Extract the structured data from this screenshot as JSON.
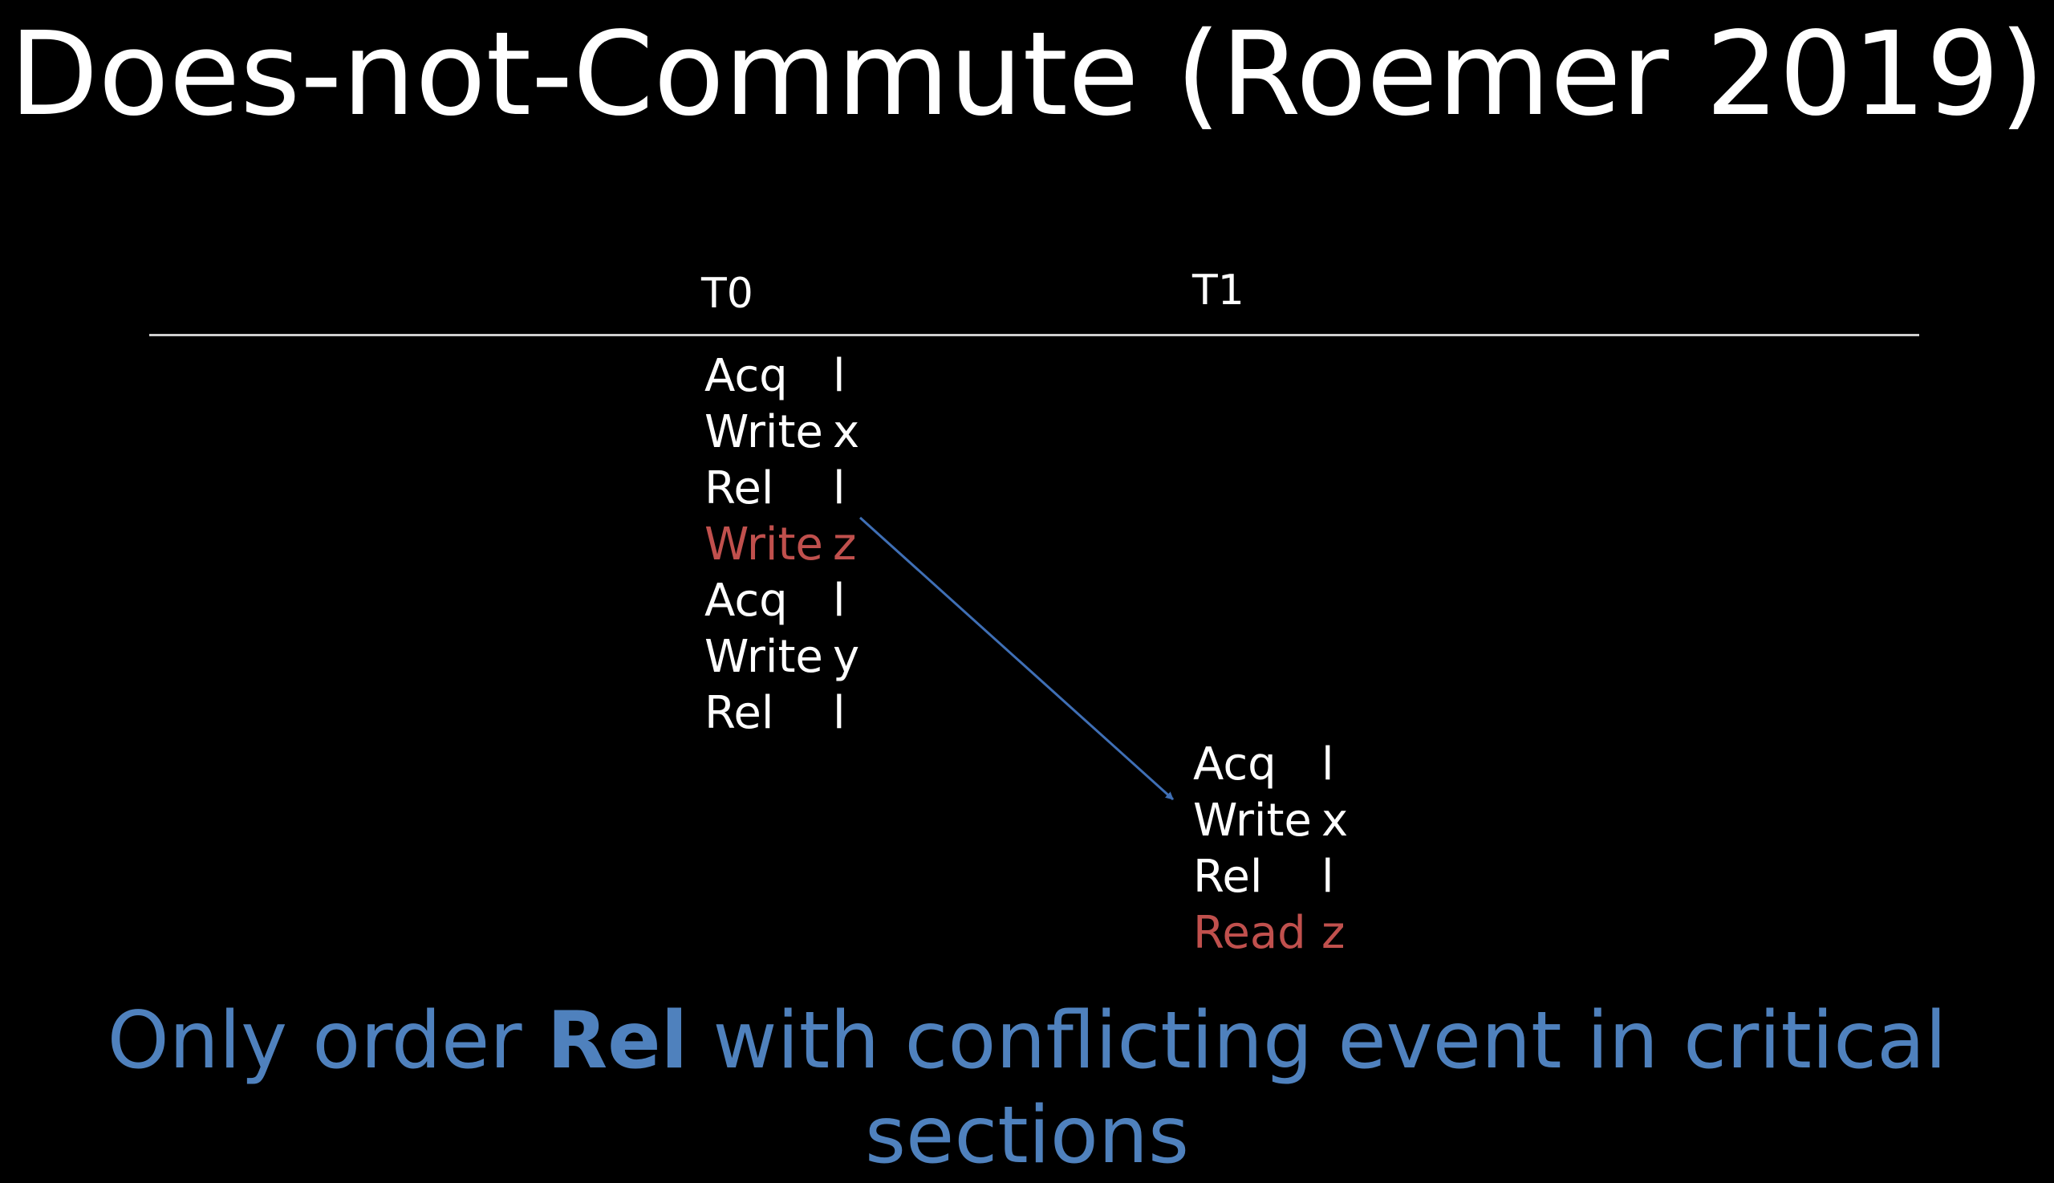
{
  "slide": {
    "title": "Does-not-Commute (Roemer 2019)",
    "threads": {
      "t0": {
        "label": "T0",
        "events": [
          {
            "op": "Acq",
            "var": "l",
            "highlight": false
          },
          {
            "op": "Write",
            "var": "x",
            "highlight": false
          },
          {
            "op": "Rel",
            "var": "l",
            "highlight": false
          },
          {
            "op": "Write",
            "var": "z",
            "highlight": true
          },
          {
            "op": "Acq",
            "var": "l",
            "highlight": false
          },
          {
            "op": "Write",
            "var": "y",
            "highlight": false
          },
          {
            "op": "Rel",
            "var": "l",
            "highlight": false
          }
        ]
      },
      "t1": {
        "label": "T1",
        "events": [
          {
            "op": "Acq",
            "var": "l",
            "highlight": false
          },
          {
            "op": "Write",
            "var": "x",
            "highlight": false
          },
          {
            "op": "Rel",
            "var": "l",
            "highlight": false
          },
          {
            "op": "Read",
            "var": "z",
            "highlight": true
          }
        ]
      }
    },
    "footer": {
      "before": "Only order ",
      "bold": "Rel",
      "after": " with conflicting event in critical sections"
    },
    "colors": {
      "background": "#000000",
      "text": "#ffffff",
      "highlight": "#c0504d",
      "footer": "#4f81bd",
      "arrow": "#3f6fb5"
    }
  }
}
